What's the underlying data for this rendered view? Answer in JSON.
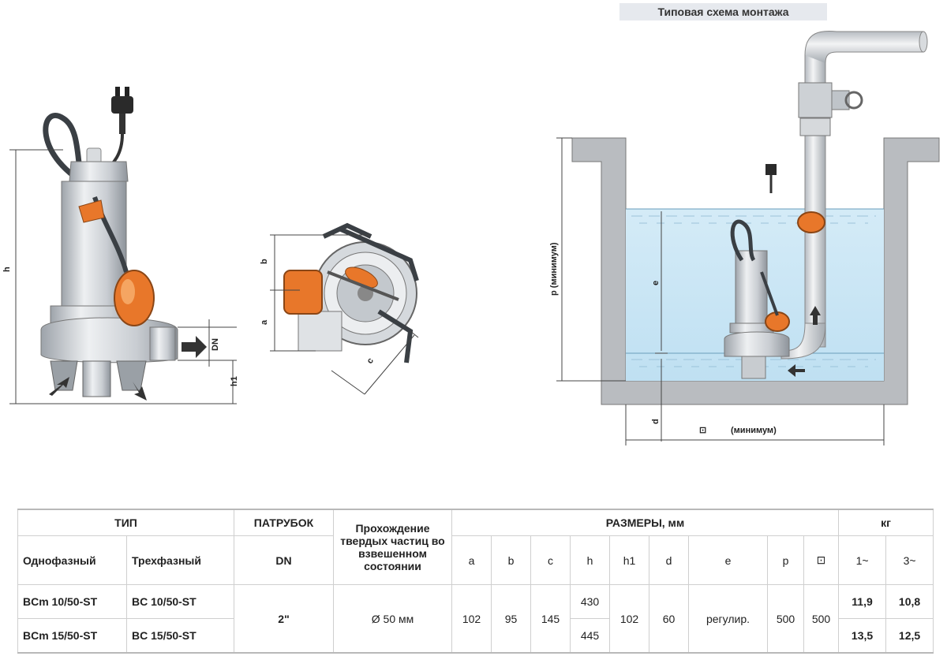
{
  "schema_title": "Типовая схема монтажа",
  "dimension_labels": {
    "h": "h",
    "h1": "h1",
    "dn": "DN",
    "a": "a",
    "b": "b",
    "c": "c",
    "p": "p (минимум)",
    "e": "e",
    "d": "d",
    "width_symbol": "⊡",
    "width_min": "(минимум)"
  },
  "table": {
    "headers": {
      "type": "ТИП",
      "outlet": "ПАТРУБОК",
      "solids": "Прохождение твердых частиц во взвешенном состоянии",
      "dimensions": "РАЗМЕРЫ, мм",
      "weight": "кг",
      "single_phase": "Однофазный",
      "three_phase": "Трехфазный",
      "dn": "DN",
      "cols": [
        "a",
        "b",
        "c",
        "h",
        "h1",
        "d",
        "e",
        "p",
        "⊡"
      ],
      "w1": "1~",
      "w3": "3~"
    },
    "shared": {
      "dn": "2\"",
      "solids": "Ø 50 мм",
      "a": "102",
      "b": "95",
      "c": "145",
      "h1": "102",
      "d": "60",
      "e": "регулир.",
      "p": "500",
      "sq": "500"
    },
    "rows": [
      {
        "single": "BCm 10/50-ST",
        "three": "BC 10/50-ST",
        "h": "430",
        "w1": "11,9",
        "w3": "10,8"
      },
      {
        "single": "BCm 15/50-ST",
        "three": "BC 15/50-ST",
        "h": "445",
        "w1": "13,5",
        "w3": "12,5"
      }
    ]
  }
}
